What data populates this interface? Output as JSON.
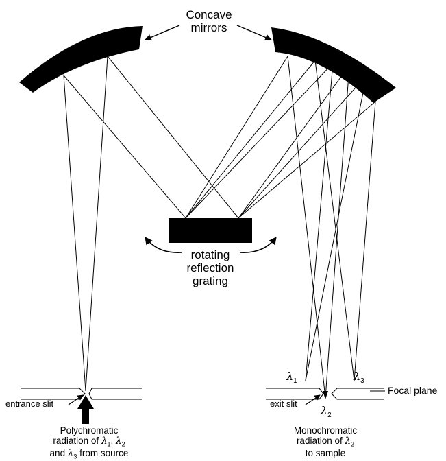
{
  "labels": {
    "concave_mirrors": "Concave\nmirrors",
    "grating": "rotating\nreflection\ngrating",
    "entrance_slit": "entrance slit",
    "exit_slit": "exit slit",
    "focal_plane": "Focal plane",
    "polychromatic_line1": "Polychromatic",
    "polychromatic_line2a": "radiation of ",
    "polychromatic_line3a": "and ",
    "polychromatic_line3b": " from source",
    "mono_line1": "Monochromatic",
    "mono_line2": "radiation of ",
    "mono_line3": "to sample",
    "lambda": "λ",
    "sub1": "1",
    "sub2": "2",
    "sub3": "3",
    "comma": ", "
  },
  "colors": {
    "stroke": "#000000",
    "fill": "#000000",
    "background": "#ffffff"
  }
}
